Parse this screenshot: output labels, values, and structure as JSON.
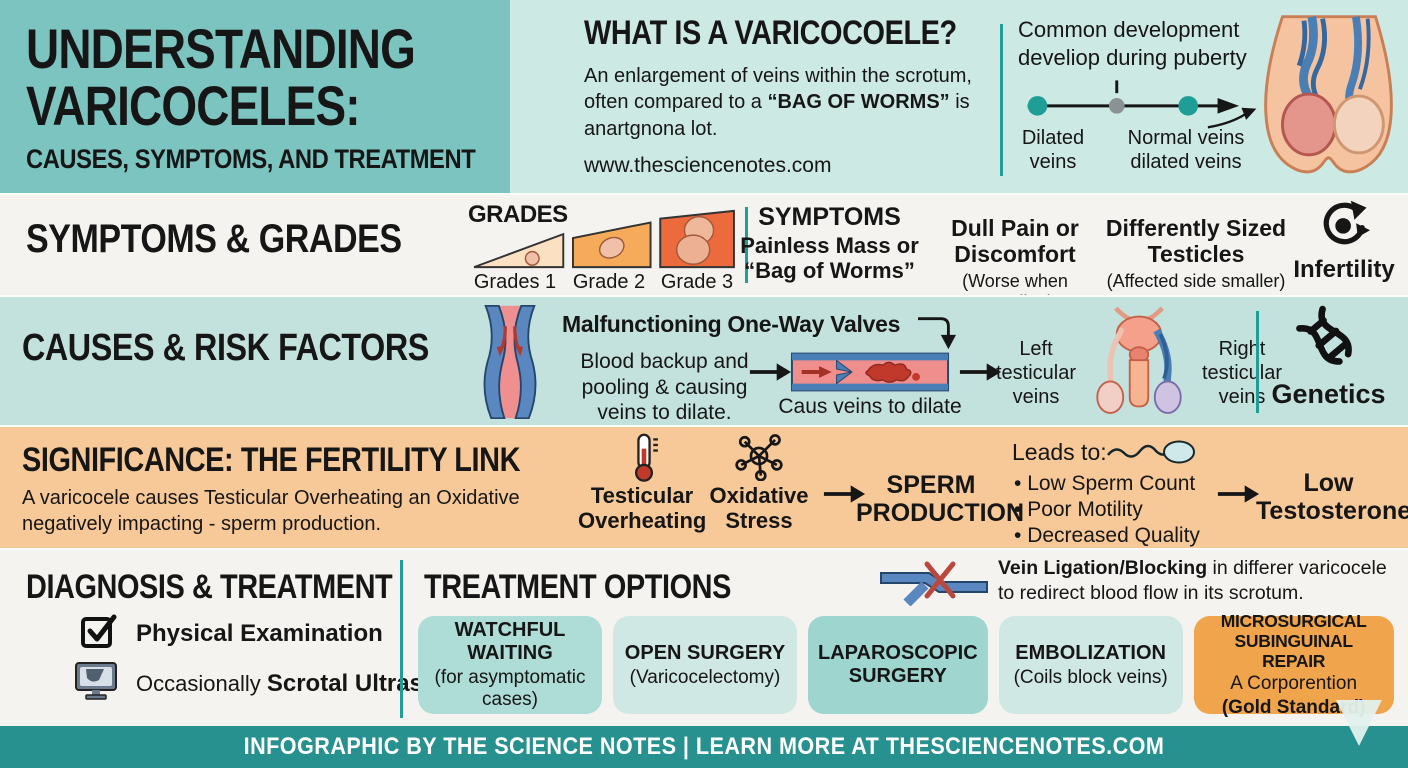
{
  "colors": {
    "header_teal": "#7cc4c0",
    "header_light": "#cde9e4",
    "row_bg": "#f4f3ef",
    "causes_bg": "#c4e2dd",
    "significance_bg": "#f8c998",
    "footer_teal": "#27918f",
    "divider_teal": "#1f9e96",
    "card_teal_a": "#aedcd6",
    "card_teal_b": "#cfe8e4",
    "card_teal_c": "#9ed5cf",
    "card_orange": "#f0a44c"
  },
  "header": {
    "title_line1": "UNDERSTANDING",
    "title_line2": "VARICOCELES:",
    "title_line3": "CAUSES, SYMPTOMS, AND TREATMENT",
    "what_heading": "WHAT IS A VARICOCOELE?",
    "what_desc_pre": "An enlargement of veins within the scrotum, often compared to a ",
    "what_desc_bold": "“BAG OF WORMS”",
    "what_desc_post": " is anartgnona lot.",
    "website": "www.thesciencenotes.com",
    "puberty_caption": "Common development develiop during puberty",
    "timeline_label_left": "Dilated veins",
    "timeline_label_right": "Normal veins dilated veins"
  },
  "symptoms_section": {
    "heading": "SYMPTOMS & GRADES",
    "grades_title": "GRADES",
    "grade_labels": [
      "Grades 1",
      "Grade 2",
      "Grade 3"
    ],
    "symptoms_title": "SYMPTOMS",
    "symptom1": "Painless Mass or “Bag of Worms”",
    "symptom2_main": "Dull Pain or Discomfort",
    "symptom2_note": "(Worse when Standing)",
    "symptom3_main": "Differently Sized Testicles",
    "symptom3_note": "(Affected side smaller)",
    "symptom4": "Infertility"
  },
  "causes_section": {
    "heading": "CAUSES & RISK FACTORS",
    "valves_title": "Malfunctioning One-Way Valves",
    "backup_text": "Blood backup and pooling & causing veins to dilate.",
    "vein_caption": "Caus veins to dilate",
    "left_vein_label": "Left testicular veins",
    "right_vein_label": "Right testicular veins",
    "genetics_label": "Genetics"
  },
  "significance_section": {
    "heading": "SIGNIFICANCE: THE FERTILITY LINK",
    "description": "A varicocele causes Testicular Overheating an Oxidative negatively impacting - sperm production.",
    "factor1": "Testicular Overheating",
    "factor2": "Oxidative Stress",
    "outcome": "SPERM PRODUCTION",
    "leads_title": "Leads to:",
    "leads_items": [
      "Low Sperm Count",
      "Poor Motility",
      "Decreased Quality"
    ],
    "result": "Low Testosterone"
  },
  "diagnosis_section": {
    "heading": "DIAGNOSIS & TREATMENT",
    "method1": "Physical Examination",
    "method2_prefix": "Occasionally ",
    "method2_main": "Scrotal Ultrasound"
  },
  "treatment_section": {
    "heading": "TREATMENT OPTIONS",
    "ligation_bold": "Vein Ligation/Blocking",
    "ligation_rest": " in differer varicocele to redirect blood flow in its scrotum.",
    "cards": [
      {
        "title": "WATCHFUL WAITING",
        "subtitle": "(for asymptomatic cases)"
      },
      {
        "title": "OPEN SURGERY",
        "subtitle": "(Varicocelectomy)"
      },
      {
        "title": "LAPAROSCOPIC SURGERY",
        "subtitle": ""
      },
      {
        "title": "EMBOLIZATION",
        "subtitle": "(Coils block veins)"
      },
      {
        "title": "MICROSURGICAL SUBINGUINAL REPAIR",
        "subtitle": "A Corporention",
        "subtitle2": "(Gold Standard)"
      }
    ]
  },
  "footer": {
    "text": "INFOGRAPHIC BY THE SCIENCE NOTES | LEARN MORE AT THESCIENCENOTES.COM"
  }
}
